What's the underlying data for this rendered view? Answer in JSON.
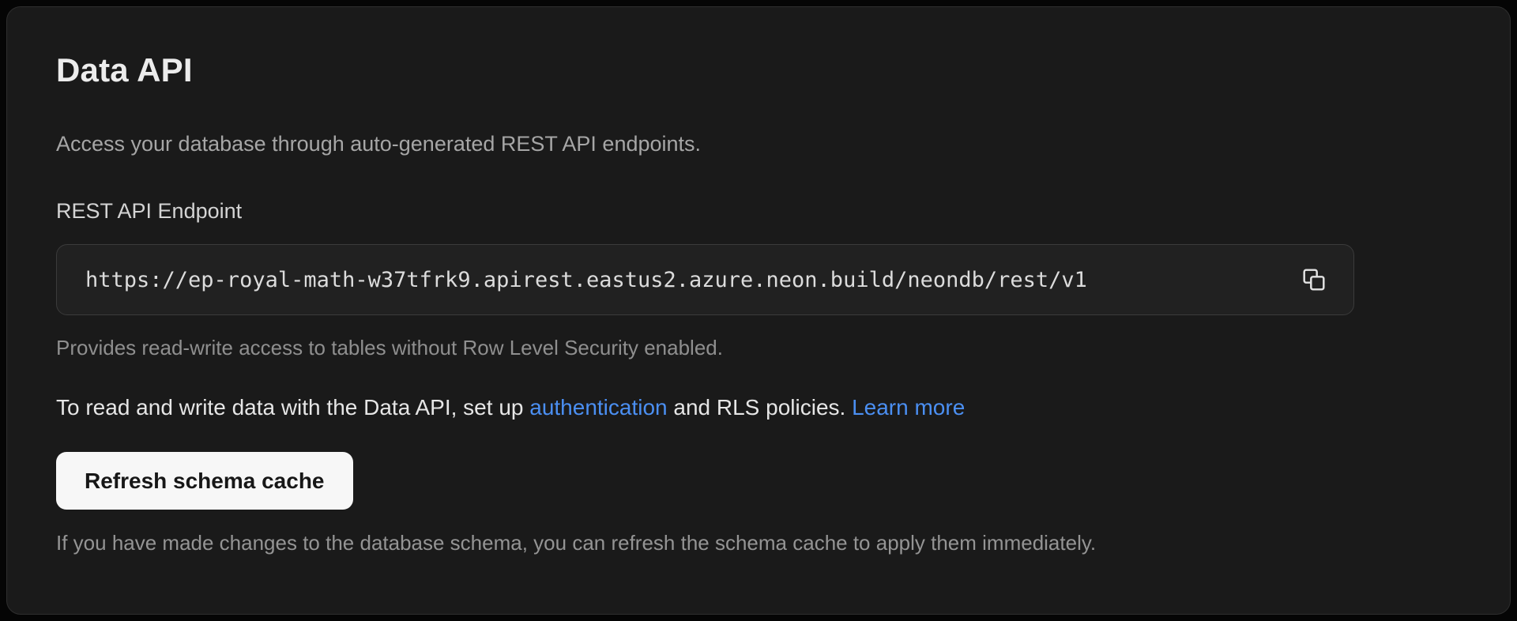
{
  "panel": {
    "title": "Data API",
    "subtitle": "Access your database through auto-generated REST API endpoints.",
    "endpoint": {
      "label": "REST API Endpoint",
      "url": "https://ep-royal-math-w37tfrk9.apirest.eastus2.azure.neon.build/neondb/rest/v1",
      "copy_icon": "copy-icon",
      "helper": "Provides read-write access to tables without Row Level Security enabled."
    },
    "rls_note": {
      "text_before": "To read and write data with the Data API, set up ",
      "link_authentication": "authentication",
      "text_middle": " and RLS policies. ",
      "link_learn_more": "Learn more"
    },
    "refresh": {
      "button_label": "Refresh schema cache",
      "helper": "If you have made changes to the database schema, you can refresh the schema cache to apply them immediately."
    }
  },
  "colors": {
    "page_bg": "#050505",
    "panel_bg": "#1a1a1a",
    "panel_border": "#2e2e2e",
    "input_bg": "#212121",
    "input_border": "#3b3b3b",
    "link_blue": "#4b8ff2",
    "button_bg": "#f7f7f7",
    "button_text": "#171717",
    "title_text": "#ececec",
    "muted_text": "#8f8f8f"
  }
}
